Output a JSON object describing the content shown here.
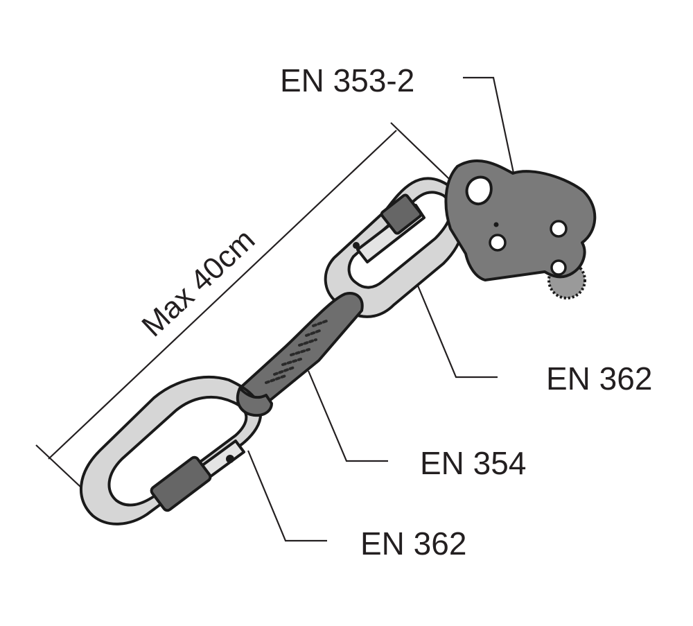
{
  "labels": {
    "device": "EN 353-2",
    "top_carabiner": "EN 362",
    "lanyard": "EN 354",
    "bottom_carabiner": "EN 362"
  },
  "dimension": {
    "text": "Max 40cm"
  },
  "colors": {
    "line": "#231f20",
    "metal_dark": "#7a7a7a",
    "metal_light": "#d6d6d6",
    "sleeve": "#666666",
    "strap": "#6e6e6e",
    "stitch": "#2a2a2a"
  }
}
